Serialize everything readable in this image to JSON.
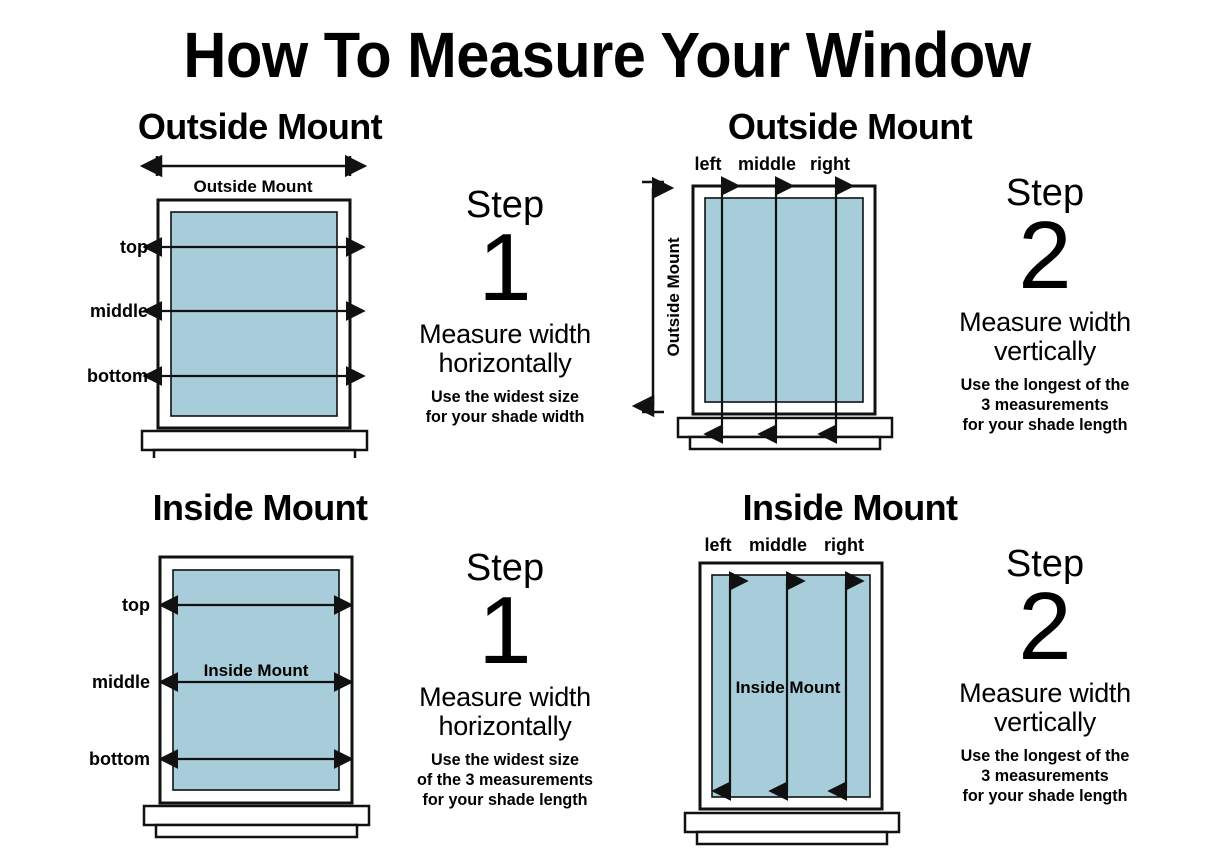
{
  "title": "How To Measure Your Window",
  "colors": {
    "glass": "#a6cdd9",
    "frame": "#ffffff",
    "outline": "#111111",
    "background": "#ffffff"
  },
  "panels": [
    {
      "id": "tl",
      "title": "Outside Mount",
      "dimension_label": "Outside Mount",
      "dimension_orientation": "horizontal",
      "row_labels": [
        "top",
        "middle",
        "bottom"
      ],
      "step_word": "Step",
      "step_number": "1",
      "step_desc_line1": "Measure width",
      "step_desc_line2": "horizontally",
      "fine_print": [
        "Use the widest size",
        "for your shade width"
      ]
    },
    {
      "id": "tr",
      "title": "Outside Mount",
      "dimension_label": "Outside Mount",
      "dimension_orientation": "vertical",
      "col_labels": [
        "left",
        "middle",
        "right"
      ],
      "step_word": "Step",
      "step_number": "2",
      "step_desc_line1": "Measure width",
      "step_desc_line2": "vertically",
      "fine_print": [
        "Use the longest of the",
        "3 measurements",
        "for your shade length"
      ]
    },
    {
      "id": "bl",
      "title": "Inside Mount",
      "dimension_label": "Inside Mount",
      "dimension_orientation": "horizontal-inline",
      "row_labels": [
        "top",
        "middle",
        "bottom"
      ],
      "step_word": "Step",
      "step_number": "1",
      "step_desc_line1": "Measure width",
      "step_desc_line2": "horizontally",
      "fine_print": [
        "Use the widest size",
        "of the 3 measurements",
        "for your shade length"
      ]
    },
    {
      "id": "br",
      "title": "Inside Mount",
      "dimension_label": "Inside Mount",
      "dimension_orientation": "vertical-inline",
      "col_labels": [
        "left",
        "middle",
        "right"
      ],
      "step_word": "Step",
      "step_number": "2",
      "step_desc_line1": "Measure width",
      "step_desc_line2": "vertically",
      "fine_print": [
        "Use the longest of the",
        "3 measurements",
        "for your shade length"
      ]
    }
  ]
}
